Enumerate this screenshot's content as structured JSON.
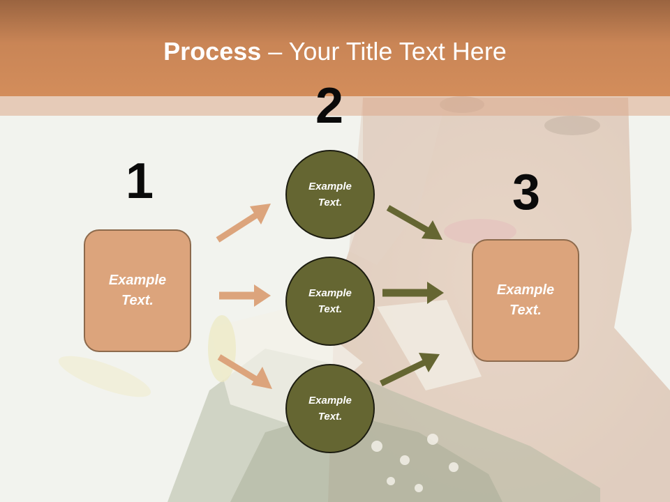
{
  "slide": {
    "title_bold": "Process",
    "title_rest": " – Your Title Text Here"
  },
  "steps": {
    "n1": "1",
    "n2": "2",
    "n3": "3"
  },
  "nodes": {
    "left_box": "Example Text.",
    "circle_top": "Example Text.",
    "circle_mid": "Example Text.",
    "circle_bot": "Example Text.",
    "right_box": "Example Text."
  },
  "colors": {
    "title_bar": "#c98556",
    "box_fill": "#dca47c",
    "circle_fill": "#656632",
    "arrow_tan": "#dca47c",
    "arrow_olive": "#656632"
  }
}
